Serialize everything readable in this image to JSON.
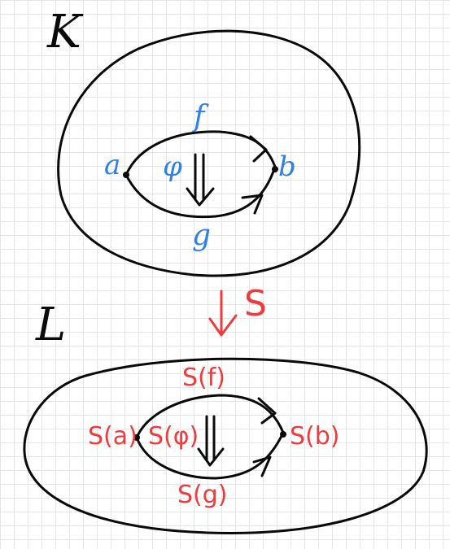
{
  "categories": {
    "top": "K",
    "bottom": "L"
  },
  "top_diagram": {
    "object_a": "a",
    "object_b": "b",
    "morphism_top": "f",
    "morphism_bottom": "g",
    "two_cell": "φ"
  },
  "functor": {
    "label": "S"
  },
  "bottom_diagram": {
    "object_a": "S(a)",
    "object_b": "S(b)",
    "morphism_top": "S(f)",
    "morphism_bottom": "S(g)",
    "two_cell": "S(φ)"
  },
  "colors": {
    "top_labels": "#2f7fe6",
    "bottom_labels": "#ef3b3b",
    "ink": "#0a0a0a"
  }
}
